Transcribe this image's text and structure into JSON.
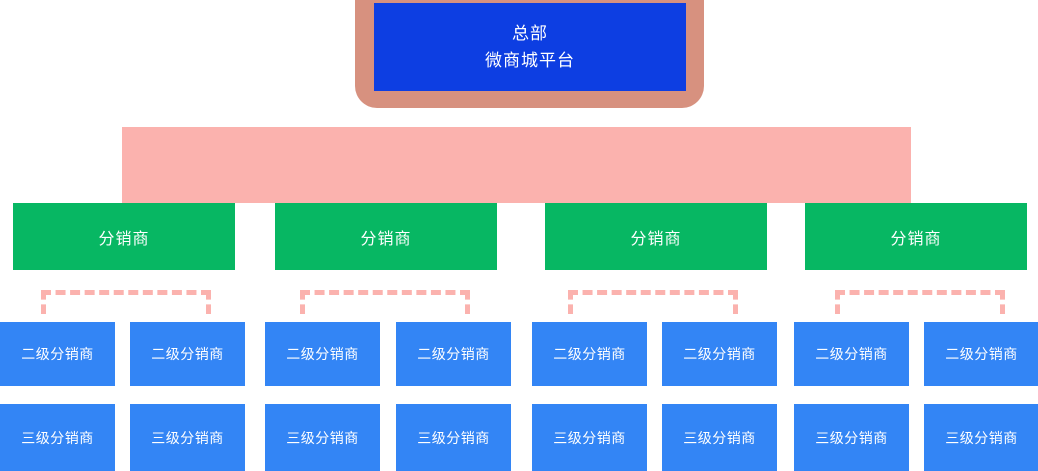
{
  "diagram": {
    "title_lines": [
      "总部",
      "微商城平台"
    ],
    "colors": {
      "headquarters_box": "#0d3ee2",
      "headquarters_frame": "#d7917f",
      "distribution_bar": "#fbb2ae",
      "level1_box": "#07b763",
      "level2_box": "#3385f5",
      "level3_box": "#3385f5",
      "connector_dashed": "#fbb2ae",
      "text_on_fill": "#ffffff",
      "background": "#ffffff"
    },
    "headquarters": {
      "line1": "总部",
      "line2": "微商城平台"
    },
    "level1": {
      "label": "分销商",
      "nodes": [
        {
          "label": "分销商"
        },
        {
          "label": "分销商"
        },
        {
          "label": "分销商"
        },
        {
          "label": "分销商"
        }
      ]
    },
    "level2": {
      "label": "二级分销商",
      "nodes": [
        {
          "label": "二级分销商"
        },
        {
          "label": "二级分销商"
        },
        {
          "label": "二级分销商"
        },
        {
          "label": "二级分销商"
        },
        {
          "label": "二级分销商"
        },
        {
          "label": "二级分销商"
        },
        {
          "label": "二级分销商"
        },
        {
          "label": "二级分销商"
        }
      ]
    },
    "level3": {
      "label": "三级分销商",
      "nodes": [
        {
          "label": "三级分销商"
        },
        {
          "label": "三级分销商"
        },
        {
          "label": "三级分销商"
        },
        {
          "label": "三级分销商"
        },
        {
          "label": "三级分销商"
        },
        {
          "label": "三级分销商"
        },
        {
          "label": "三级分销商"
        },
        {
          "label": "三级分销商"
        }
      ]
    }
  }
}
